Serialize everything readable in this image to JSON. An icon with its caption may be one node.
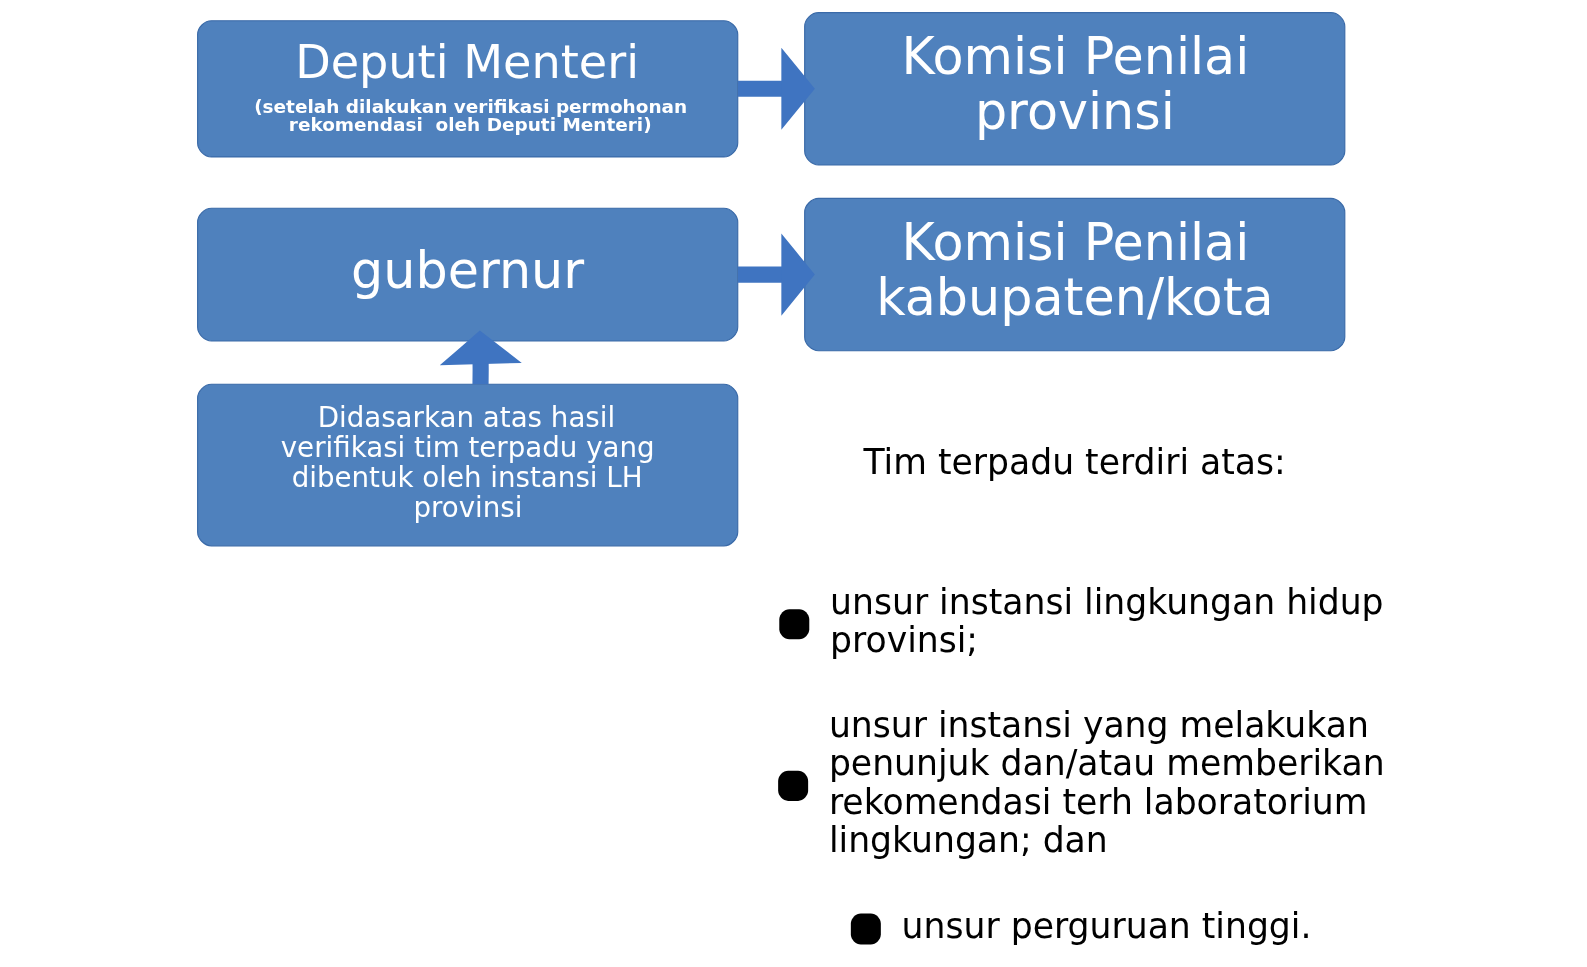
{
  "diagram": {
    "nodes": [
      {
        "text": [
          "Deputi Menteri",
          "(setelah dilakukan verifikasi permohonan rekomendasi  oleh Deputi Menteri)"
        ]
      },
      {
        "text": [
          "Komisi Penilai provinsi"
        ]
      },
      {
        "text": [
          "gubernur"
        ]
      },
      {
        "text": [
          "Komisi Penilai kabupaten/kota"
        ]
      },
      {
        "text": [
          "Didasarkan atas hasil verifikasi tim terpadu yang dibentuk oleh instansi LH provinsi"
        ]
      }
    ],
    "edges": [
      {
        "from": 0,
        "to": 1,
        "arrow": "to"
      },
      {
        "from": 2,
        "to": 3,
        "arrow": "to"
      },
      {
        "from": 4,
        "to": 2,
        "arrow": "to"
      }
    ],
    "labels": [
      "Tim terpadu terdiri atas:",
      "unsur instansi lingkungan hidup provinsi;",
      "unsur instansi yang melakukan penunjuk dan/atau memberikan rekomendasi terh laboratorium lingkungan; dan",
      "unsur perguruan tinggi."
    ]
  }
}
